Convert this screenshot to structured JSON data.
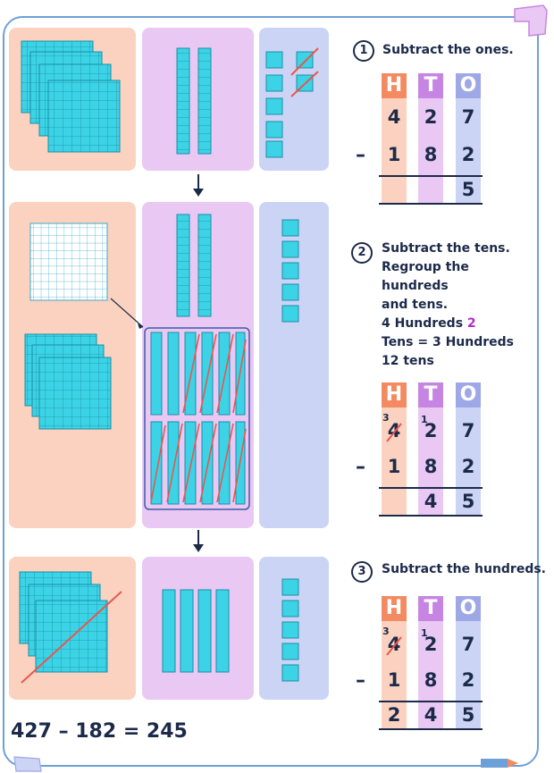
{
  "steps": [
    {
      "number": "1",
      "lines": [
        "Subtract the ones."
      ]
    },
    {
      "number": "2",
      "lines": [
        "Subtract  the tens.",
        "Regroup the",
        "hundreds",
        "and tens.",
        "4 Hundreds",
        "Tens = 3 Hundreds",
        "12 tens"
      ],
      "highlight": "2"
    },
    {
      "number": "3",
      "lines": [
        "Subtract the hundreds."
      ]
    }
  ],
  "place_value": {
    "h": "H",
    "t": "T",
    "o": "O"
  },
  "minuend": [
    "4",
    "2",
    "7"
  ],
  "subtrahend": [
    "1",
    "8",
    "2"
  ],
  "minus_sign": "–",
  "results": [
    [
      "",
      "",
      "5"
    ],
    [
      "",
      "4",
      "5"
    ],
    [
      "2",
      "4",
      "5"
    ]
  ],
  "regroup_marks": {
    "hundreds": "3",
    "tens": "1"
  },
  "equation": "427 – 182 = 245",
  "colors": {
    "hundreds": "#f48a62",
    "tens": "#c785e3",
    "ones": "#9ea8e6",
    "hundreds_bg": "#fbd2c0",
    "tens_bg": "#e9c8f3",
    "ones_bg": "#ccd4f5",
    "cube": "#3cd3e6",
    "strike": "#e8574e",
    "text": "#1c2a4a"
  },
  "icons": [
    "flat-hundred-icon",
    "rod-ten-icon",
    "unit-cube-icon",
    "pencil-icon",
    "down-arrow-icon"
  ]
}
